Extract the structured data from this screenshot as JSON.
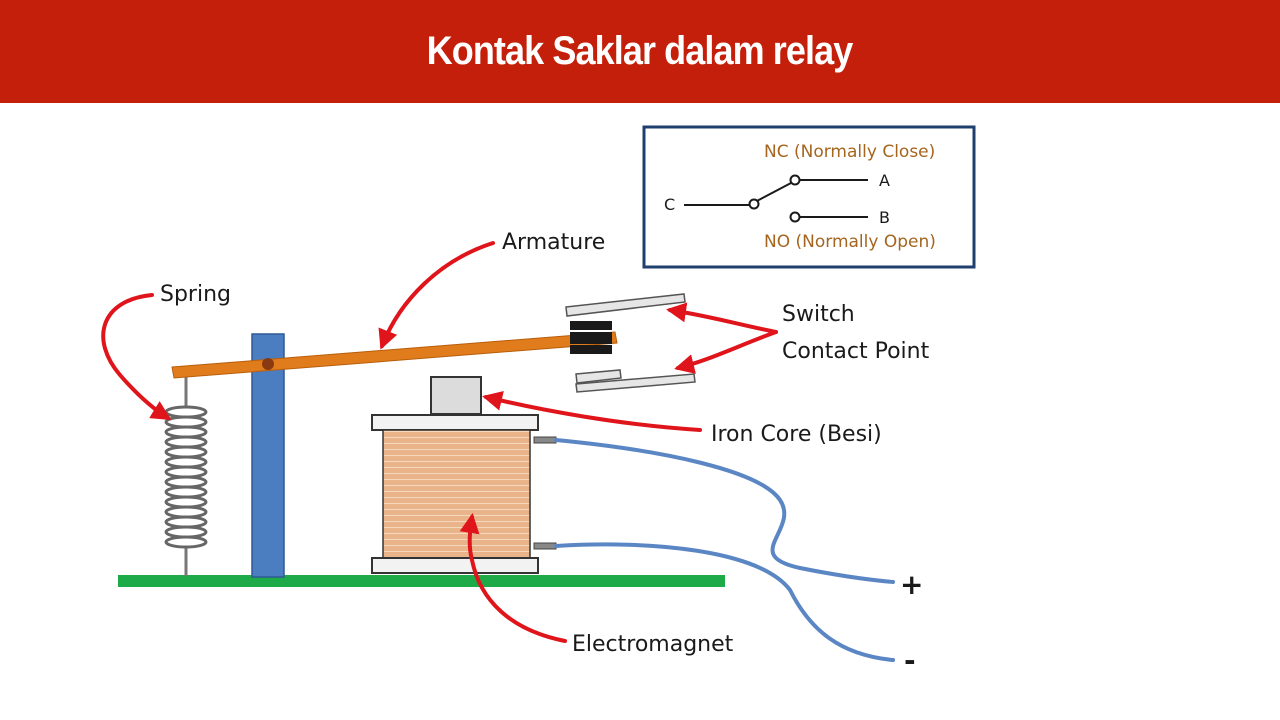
{
  "title": "Kontak Saklar dalam relay",
  "labels": {
    "armature": "Armature",
    "spring": "Spring",
    "switch_line1": "Switch",
    "switch_line2": "Contact Point",
    "iron_core": "Iron Core (Besi)",
    "electromagnet": "Electromagnet",
    "plus": "+",
    "minus": "-"
  },
  "inset": {
    "nc": "NC (Normally Close)",
    "no": "NO (Normally Open)",
    "a": "A",
    "b": "B",
    "c": "C"
  },
  "colors": {
    "title_bg": "#c41f0a",
    "arrow": "#e0141b",
    "armature": "#e07c1c",
    "post": "#4a7ec0",
    "base": "#1faa4a",
    "coil": "#e9b48a",
    "wire": "#5b86c4",
    "inset_border": "#1f3f6e",
    "inset_text": "#a5651e"
  }
}
